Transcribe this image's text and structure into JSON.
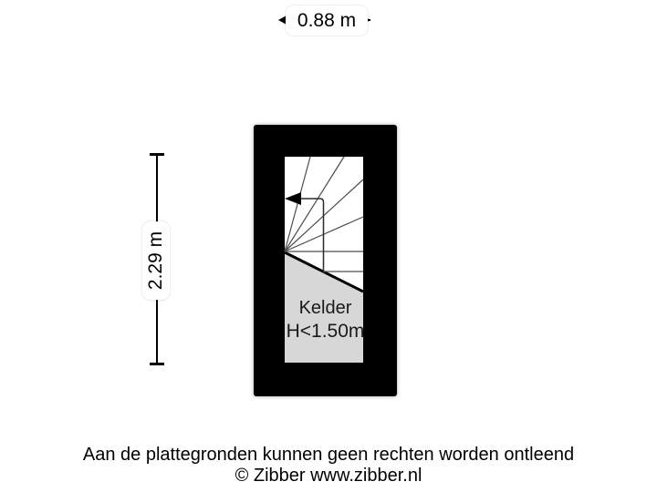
{
  "dimensions": {
    "width_label": "0.88 m",
    "height_label": "2.29 m"
  },
  "room": {
    "name": "Kelder",
    "height_note": "H<1.50m"
  },
  "footer": {
    "disclaimer": "Aan de plattegronden kunnen geen rechten worden ontleend",
    "copyright": "© Zibber www.zibber.nl"
  },
  "colors": {
    "wall": "#000000",
    "stair-line": "#4d4d4d",
    "walk-line": "#2b2b2b",
    "lowered-area": "#d7d7d7",
    "label-bg": "#ffffff",
    "text": "#1a1a1a",
    "background": "#ffffff"
  }
}
